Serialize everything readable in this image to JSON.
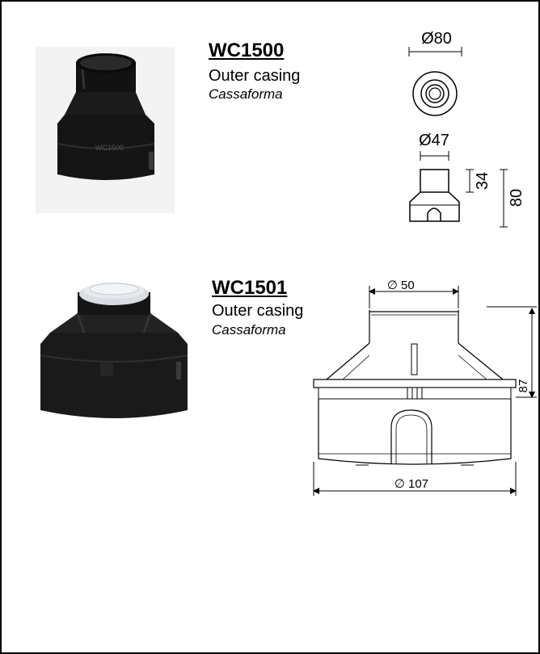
{
  "products": [
    {
      "code": "WC1500",
      "name": "Outer casing",
      "alt_name": "Cassaforma",
      "dims": {
        "top_diameter": "Ø80",
        "neck_diameter": "Ø47",
        "neck_height": "34",
        "total_height": "80"
      }
    },
    {
      "code": "WC1501",
      "name": "Outer casing",
      "alt_name": "Cassaforma",
      "dims": {
        "top_diameter": "50",
        "base_diameter": "107",
        "height": "87"
      }
    }
  ],
  "symbols": {
    "diameter": "∅"
  }
}
